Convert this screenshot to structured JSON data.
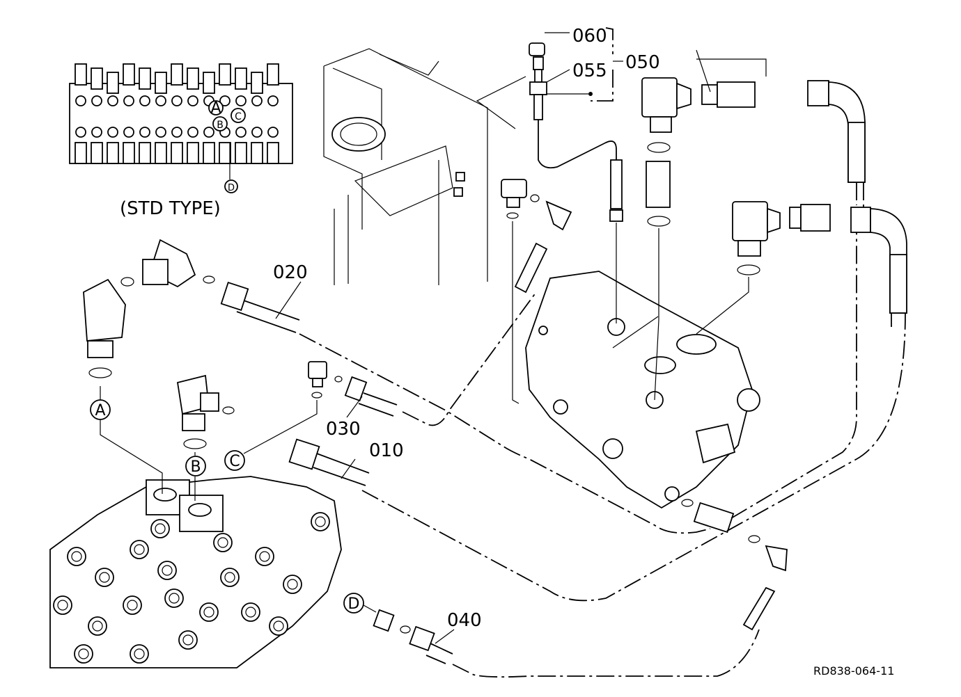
{
  "inset": {
    "caption": "(STD TYPE)",
    "port_labels": [
      "A",
      "B",
      "C",
      "D"
    ]
  },
  "part_labels": {
    "p060": "060",
    "p055": "055",
    "p050": "050",
    "p020": "020",
    "p030": "030",
    "p010": "010",
    "p040": "040"
  },
  "port_labels": {
    "a": "A",
    "b": "B",
    "c": "C",
    "d": "D"
  },
  "reference": "RD838-064-11"
}
